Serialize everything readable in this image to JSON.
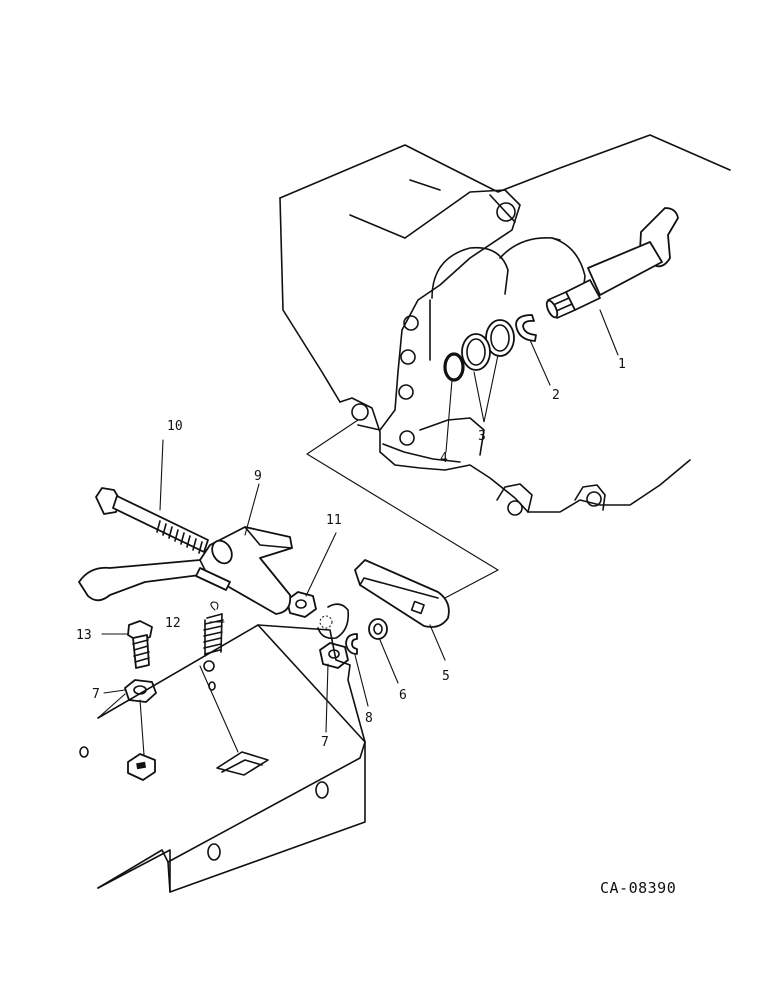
{
  "callouts": [
    {
      "id": "1",
      "label": "1"
    },
    {
      "id": "2",
      "label": "2"
    },
    {
      "id": "3",
      "label": "3"
    },
    {
      "id": "4",
      "label": "4"
    },
    {
      "id": "5",
      "label": "5"
    },
    {
      "id": "6",
      "label": "6"
    },
    {
      "id": "7a",
      "label": "7"
    },
    {
      "id": "7b",
      "label": "7"
    },
    {
      "id": "8",
      "label": "8"
    },
    {
      "id": "9",
      "label": "9"
    },
    {
      "id": "10",
      "label": "10"
    },
    {
      "id": "11",
      "label": "11"
    },
    {
      "id": "12",
      "label": "12"
    },
    {
      "id": "13",
      "label": "13"
    }
  ],
  "drawing_code": "CA-08390"
}
